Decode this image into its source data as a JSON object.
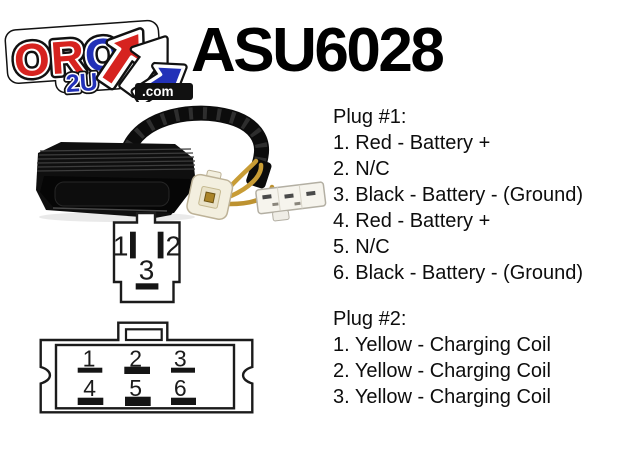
{
  "header": {
    "title": "ASU6028",
    "logo": {
      "letters": [
        {
          "char": "O",
          "color": "#d6231f"
        },
        {
          "char": "R",
          "color": "#d6231f"
        },
        {
          "char": "O",
          "color": "#2231b8"
        }
      ],
      "subtext": "2U",
      "subtext_color": "#2231b8",
      "domain": ".com",
      "arrow_colors": {
        "red": "#d6231f",
        "white": "#ffffff",
        "blue": "#2231b8"
      }
    }
  },
  "diagrams": {
    "connector_3pin": {
      "pins": [
        "1",
        "2",
        "3"
      ]
    },
    "connector_6pin": {
      "row1": [
        "1",
        "2",
        "3"
      ],
      "row2": [
        "4",
        "5",
        "6"
      ]
    }
  },
  "plug1": {
    "heading": "Plug #1:",
    "lines": [
      "1. Red - Battery +",
      "2. N/C",
      "3. Black - Battery - (Ground)",
      "4. Red - Battery +",
      "5. N/C",
      "6. Black - Battery - (Ground)"
    ]
  },
  "plug2": {
    "heading": "Plug #2:",
    "lines": [
      "1. Yellow - Charging Coil",
      "2. Yellow - Charging Coil",
      "3. Yellow - Charging Coil"
    ]
  }
}
